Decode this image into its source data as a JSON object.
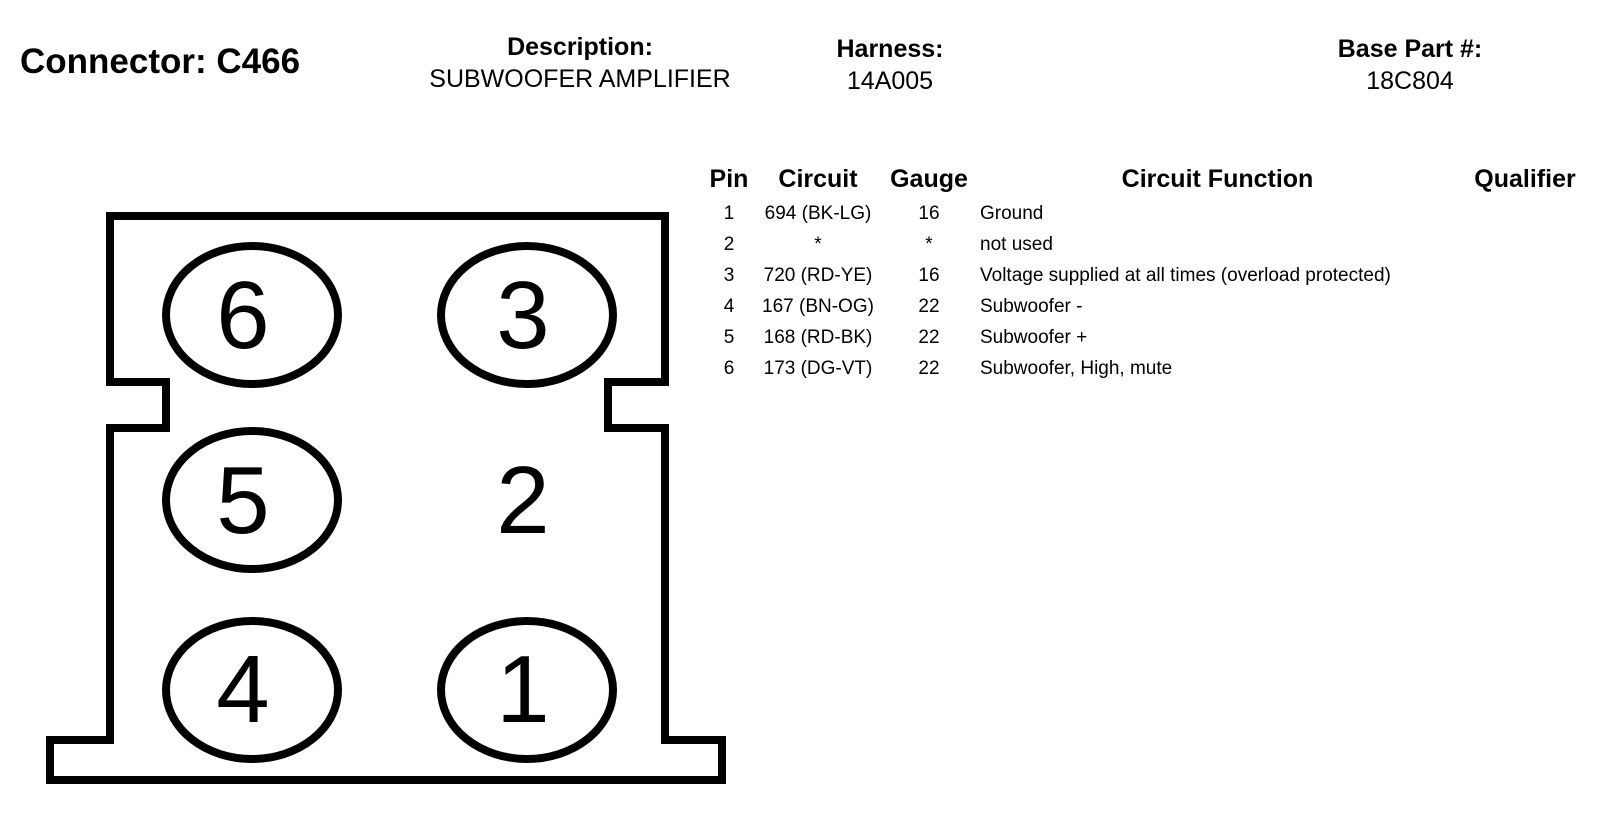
{
  "header": {
    "connector": "Connector: C466",
    "description_label": "Description:",
    "description_value": "SUBWOOFER AMPLIFIER",
    "harness_label": "Harness:",
    "harness_value": "14A005",
    "base_part_label": "Base Part #:",
    "base_part_value": "18C804"
  },
  "table": {
    "headers": {
      "pin": "Pin",
      "circuit": "Circuit",
      "gauge": "Gauge",
      "function": "Circuit Function",
      "qualifier": "Qualifier"
    },
    "rows": [
      {
        "pin": "1",
        "circuit": "694 (BK-LG)",
        "gauge": "16",
        "function": "Ground",
        "qualifier": ""
      },
      {
        "pin": "2",
        "circuit": "*",
        "gauge": "*",
        "function": "not used",
        "qualifier": ""
      },
      {
        "pin": "3",
        "circuit": "720 (RD-YE)",
        "gauge": "16",
        "function": "Voltage supplied at all times (overload protected)",
        "qualifier": ""
      },
      {
        "pin": "4",
        "circuit": "167 (BN-OG)",
        "gauge": "22",
        "function": "Subwoofer -",
        "qualifier": ""
      },
      {
        "pin": "5",
        "circuit": "168 (RD-BK)",
        "gauge": "22",
        "function": "Subwoofer +",
        "qualifier": ""
      },
      {
        "pin": "6",
        "circuit": "173 (DG-VT)",
        "gauge": "22",
        "function": "Subwoofer, High, mute",
        "qualifier": ""
      }
    ]
  },
  "diagram": {
    "pin_labels": {
      "p6": "6",
      "p3": "3",
      "p5": "5",
      "p2": "2",
      "p4": "4",
      "p1": "1"
    },
    "circled_pins": [
      "6",
      "3",
      "5",
      "4",
      "1"
    ],
    "line_color": "#000000",
    "fill_color": "#ffffff"
  }
}
